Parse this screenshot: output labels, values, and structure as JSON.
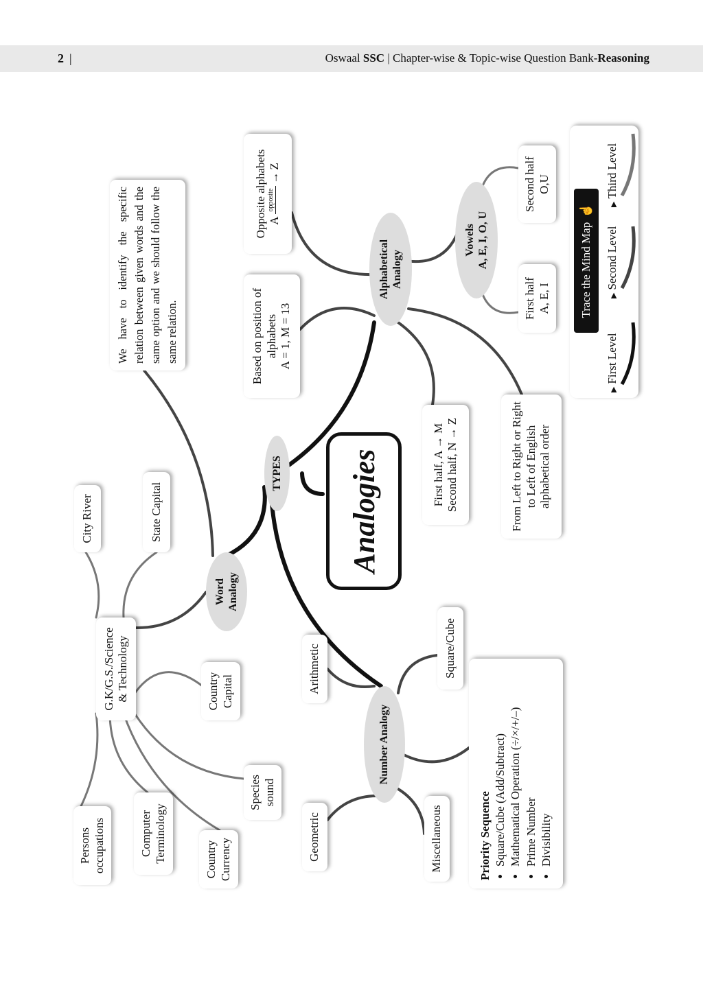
{
  "header": {
    "page_number": "2",
    "separator": "|",
    "title_prefix": "Oswaal ",
    "title_bold1": "SSC",
    "title_mid": " | Chapter-wise & Topic-wise Question Bank-",
    "title_bold2": "Reasoning"
  },
  "mindmap": {
    "center": "Analogies",
    "types": "TYPES",
    "word_analogy": "Word Analogy",
    "word_description": "We have to identify the specific relation between given words and the same option and we should follow the same relation.",
    "gk": "G.K/G.S./Science & Technology",
    "gk_children": [
      "City River",
      "State Capital",
      "Country Capital",
      "Species sound",
      "Country Currency",
      "Computer Terminology",
      "Persons occupations"
    ],
    "alphabetical_analogy": "Alphabetical Analogy",
    "based_on_position": {
      "line1": "Based on position of alphabets",
      "line2": "A = 1, M = 13"
    },
    "opposite_alphabets": {
      "line1": "Opposite alphabets",
      "from": "A",
      "label": "opposite",
      "to": "Z"
    },
    "vowels": {
      "title": "Vowels",
      "letters": "A, E, I, O, U"
    },
    "second_half_vowels": {
      "line1": "Second half",
      "line2": "O,U"
    },
    "first_half_vowels": {
      "line1": "First half",
      "line2": "A, E, I"
    },
    "halves": {
      "line1": "First half, A → M",
      "line2": "Second half, N → Z"
    },
    "order": "From Left to Right or Right to Left of English alphabetical order",
    "number_analogy": "Number Analogy",
    "number_children": [
      "Arithmetic",
      "Geometric",
      "Square/Cube",
      "Miscellaneous"
    ],
    "priority": {
      "title": "Priority Sequence",
      "items": [
        "Square/Cube (Add/Subtract)",
        "Mathematical Operation (÷/×/+/–)",
        "Prime Number",
        "Divisibility"
      ]
    }
  },
  "legend": {
    "title": "Trace the Mind Map",
    "levels": [
      "First Level",
      "Second Level",
      "Third Level"
    ],
    "colors": [
      "#111111",
      "#444444",
      "#777777"
    ]
  }
}
